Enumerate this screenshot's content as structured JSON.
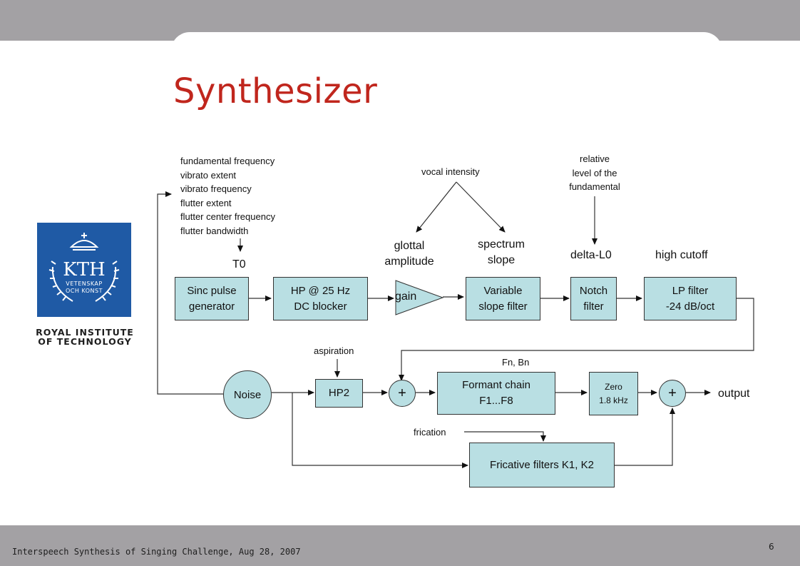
{
  "slide": {
    "title": "Synthesizer",
    "logo": {
      "text": "KTH",
      "line1": "VETENSKAP",
      "line2": "OCH KONST",
      "subtitle": "ROYAL INSTITUTE\nOF TECHNOLOGY"
    },
    "footer": "Interspeech Synthesis of Singing Challenge, Aug 28, 2007",
    "page_number": "6"
  },
  "diagram": {
    "params_list": "fundamental frequency\nvibrato extent\nvibrato frequency\nflutter extent\nflutter center frequency\nflutter bandwidth",
    "t0": "T0",
    "vocal_intensity": "vocal intensity",
    "glottal_amplitude": "glottal\namplitude",
    "spectrum_slope": "spectrum\nslope",
    "relative_level": "relative\nlevel of the\nfundamental",
    "delta_l0": "delta-L0",
    "high_cutoff": "high cutoff",
    "blocks": {
      "sinc": "Sinc pulse\ngenerator",
      "hp25": "HP @ 25 Hz\nDC blocker",
      "gain": "gain",
      "variable_slope": "Variable\nslope filter",
      "notch": "Notch\nfilter",
      "lp": "LP filter\n-24 dB/oct",
      "noise": "Noise",
      "hp2": "HP2",
      "sum1": "+",
      "formant": "Formant chain\nF1...F8",
      "zero": "Zero\n1.8 kHz",
      "sum2": "+",
      "fricative": "Fricative filters K1, K2"
    },
    "aspiration": "aspiration",
    "fn_bn": "Fn, Bn",
    "frication": "frication",
    "output": "output"
  }
}
